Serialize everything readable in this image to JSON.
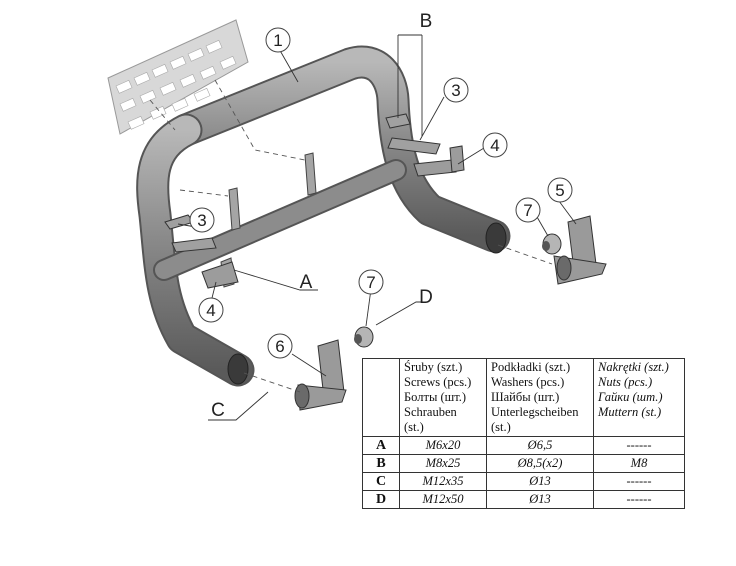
{
  "callouts": {
    "n1": "1",
    "n3a": "3",
    "n4a": "4",
    "n3b": "3",
    "n4b": "4",
    "n5": "5",
    "n6": "6",
    "n7a": "7",
    "n7b": "7",
    "A": "A",
    "B": "B",
    "C": "C",
    "D": "D"
  },
  "table": {
    "headers": [
      [
        "Śruby (szt.)",
        "Screws (pcs.)",
        "Болты (шт.)",
        "Schrauben",
        "(st.)"
      ],
      [
        "Podkładki (szt.)",
        "Washers (pcs.)",
        "Шайбы (шт.)",
        "Unterlegscheiben",
        "(st.)"
      ],
      [
        "Nakrętki (szt.)",
        "Nuts (pcs.)",
        "Гайки (шт.)",
        "Muttern (st.)"
      ]
    ],
    "rows": [
      {
        "key": "A",
        "screws": "M6x20",
        "washers": "Ø6,5",
        "nuts": "------"
      },
      {
        "key": "B",
        "screws": "M8x25",
        "washers": "Ø8,5(x2)",
        "nuts": "M8"
      },
      {
        "key": "C",
        "screws": "M12x35",
        "washers": "Ø13",
        "nuts": "------"
      },
      {
        "key": "D",
        "screws": "M12x50",
        "washers": "Ø13",
        "nuts": "------"
      }
    ]
  }
}
